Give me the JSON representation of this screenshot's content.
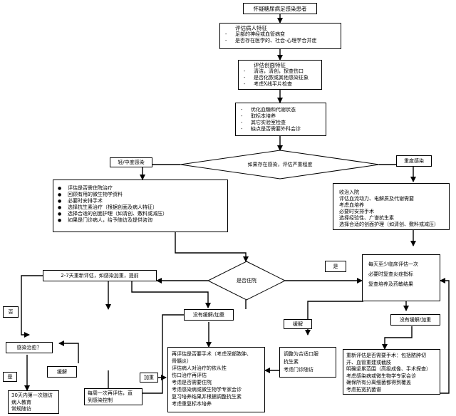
{
  "nodes": {
    "start": "怀疑糖尿病足感染患者",
    "assess_patient": {
      "title": "评估病人特征",
      "items": [
        "足部的神经或血管病变",
        "是否存在医学的、社会-心理学合并症"
      ]
    },
    "assess_wound": {
      "title": "评估创面特征",
      "items": [
        "清洁，清创，探查伤口",
        "是否化脓或其他感染征象",
        "考虑X线平片检查"
      ]
    },
    "optimize": {
      "items": [
        "优化血糖和代谢状态",
        "取标本培养",
        "其它实验室检查",
        "缺点是否需要外科会诊"
      ]
    },
    "severity_decision": "如果存在感染，评估严重程度",
    "mild_label": "轻/中度感染",
    "severe_label": "重度感染",
    "mild_box": {
      "items": [
        "评估是否需住院治疗",
        "回顾有用的微生物学资料",
        "必要时安排手术",
        "选择抗生素治疗（根据创面及病人特征）",
        "选择合适的创面护理（如清创、敷料或减压）",
        "如果是门诊病人，给予随访及提供咨询"
      ]
    },
    "severe_box": {
      "lines": [
        "收治入院",
        "评估血流动力、电解质及代谢需要",
        "考虑血培养",
        "必要时安排手术",
        "选择经验性、广谱抗生素",
        "选择合适的创面护理（如清创、敷料或减压）"
      ]
    },
    "hospital_decision": "是否住院",
    "yes_left": "是",
    "no_left": "否",
    "reassess_2_7": "2-7天重新评估，如感染加重，提前",
    "daily_box": {
      "lines": [
        "每天至少临床评估一次",
        "必要时复查炎症指标",
        "复查培养及药敏结果"
      ]
    },
    "no_improve_1": "没有缓解/加重",
    "no_improve_2": "没有缓解/加重",
    "cured_decision": "感染治愈？",
    "yes_label_2": "是",
    "relief_1": "缓解",
    "relief_2": "缓解",
    "worsen": "加重",
    "reassess_surgery": {
      "lines": [
        "再评估是否要手术（考虑深部脓肿、",
        "骨髓炎）",
        "评估病人对治疗的依从性",
        "伤口治疗再评估",
        "考虑是否需要住院",
        "考虑感染病或微生物学专家会诊",
        "复习培养结果并根据调整抗生素",
        "考虑重复标本培养"
      ]
    },
    "adjust_oral": {
      "lines": [
        "调整为合适口服",
        "抗生素",
        "考虑门诊随访"
      ]
    },
    "reassess_severe": {
      "lines": [
        "重新评估是否需要手术：包括脓肿切",
        "开、血管重建或截肢",
        "明确坚累范围（高级成像、手术探查）",
        "考虑感染病或微生物学专家会诊",
        "确保所有分离细菌都得到覆盖",
        "考虑拓宽抗菌谱"
      ]
    },
    "followup_30": {
      "lines": [
        "30天内第一次随访",
        "病人教育",
        "常规随访"
      ]
    },
    "weekly": {
      "lines": [
        "每周一次再评估，直",
        "到感染控制"
      ]
    }
  }
}
